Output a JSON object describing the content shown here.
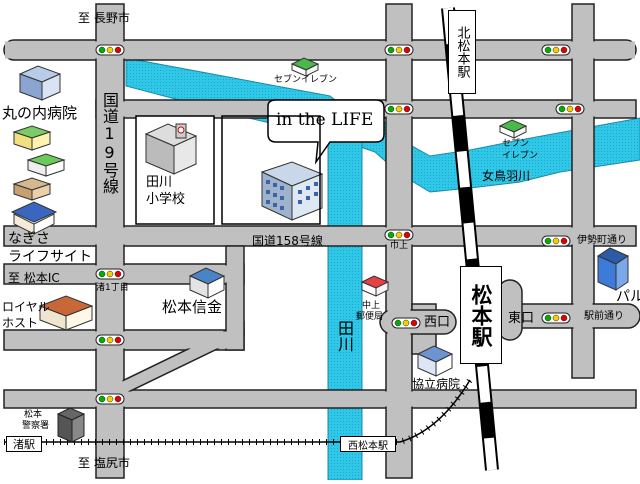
{
  "labels": {
    "to_nagano": "至 長野市",
    "to_shiojiri": "至 塩尻市",
    "to_matsumoto_ic": "至 松本IC",
    "marunouchi_hospital": "丸の内病院",
    "route19": "国道19号線",
    "tagawa_school_line1": "田川",
    "tagawa_school_line2": "小学校",
    "nagisa_line1": "なぎさ",
    "nagisa_line2": "ライフサイト",
    "royal_host_line1": "ロイヤル",
    "royal_host_line2": "ホスト",
    "matsumoto_shinkin": "松本信金",
    "route158": "国道158号線",
    "tagawa_river": "田川",
    "metoba_river": "女鳥羽川",
    "seven_eleven_1": "セブンイレブン",
    "seven_eleven_2_line1": "セブン",
    "seven_eleven_2_line2": "イレブン",
    "kitamatsumoto_station": "北松本駅",
    "matsumoto_station": "松本駅",
    "parco": "パルコ",
    "kyoritsu_hospital": "協立病院",
    "post_office_line1": "中上",
    "post_office_line2": "郵便局",
    "police_line1": "松本",
    "police_line2": "警察署",
    "nagisa_station": "渚駅",
    "nishimatsumoto_station": "西松本駅",
    "in_the_life": "in the LIFE"
  },
  "signals": {
    "nagisa_1chome": "渚1丁目",
    "chuujou": "巾上",
    "nishiguchi": "西口",
    "higashiguchi": "東口",
    "isemachi": "伊勢町通り",
    "ekimae": "駅前通り"
  },
  "colors": {
    "road": "#c0c0c0",
    "river": "#2ec0e0",
    "railway": "#000000",
    "signal_green": "#00b000",
    "signal_yellow": "#f0d000",
    "signal_red": "#e00000"
  },
  "icons": [
    "building-icon",
    "school-icon",
    "hospital-icon",
    "store-icon",
    "bank-icon",
    "house-icon",
    "post-office-icon",
    "police-icon",
    "traffic-light-icon"
  ]
}
